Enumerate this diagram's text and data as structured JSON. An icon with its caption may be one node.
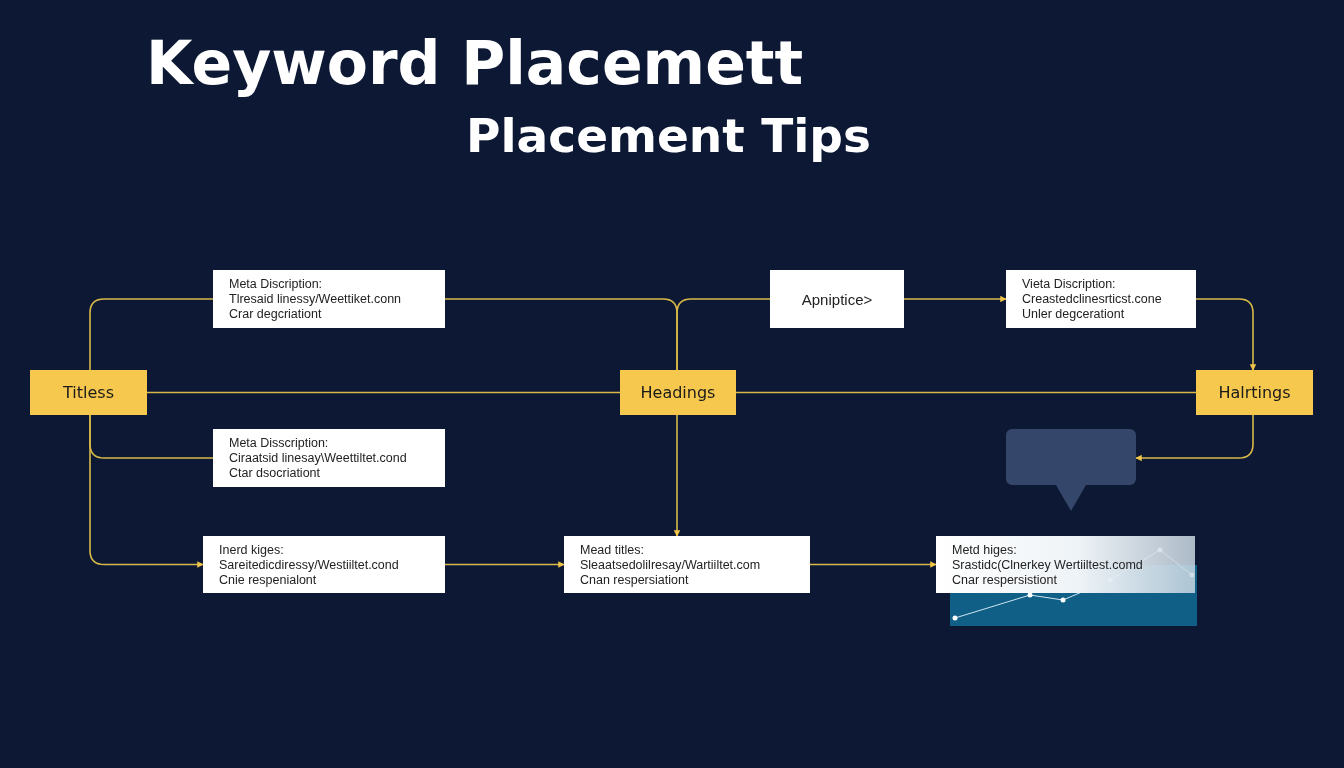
{
  "diagram": {
    "title": "Keyword Placemett",
    "nodes": [
      {
        "text": [
          "Titless"
        ]
      },
      {
        "text": [
          "Meta Discription:",
          "Tlresaid linessy/Weettiket.conn",
          "Crar degcriationt"
        ]
      },
      {
        "text": [
          "Meta Disscription:",
          "Ciraatsid linesay\\Weettiltet.cond",
          "Ctar dsocriationt"
        ]
      },
      {
        "text": [
          "Headings"
        ]
      },
      {
        "text": [
          "Apniptice>"
        ]
      },
      {
        "text": [
          "Vieta Discription:",
          "Creastedclinesrticst.cone",
          "Unler degcerationt"
        ]
      },
      {
        "text": [
          "Halrtings"
        ]
      },
      {
        "text": [],
        "shape": "box"
      },
      {
        "text": [
          "Inerd kiges:",
          "Sareitedicdiressy/Westiiltet.cond",
          "Cnie respenialont"
        ]
      },
      {
        "text": [
          "Mead titles:",
          "Sleaatsedolilresay/Wartiiltet.com",
          "Cnan respersiationt"
        ]
      },
      {
        "text": [
          "Metd higes:",
          "Srastidc(Clnerkey Wertiiltest.comd",
          "Cnar respersistiont"
        ]
      }
    ],
    "edges": [
      {
        "from": 0,
        "to": 1,
        "arrow": "none"
      },
      {
        "from": 0,
        "to": 2,
        "arrow": "none"
      },
      {
        "from": 0,
        "to": 3,
        "arrow": "none"
      },
      {
        "from": 0,
        "to": 8,
        "arrow": "to"
      },
      {
        "from": 1,
        "to": 3,
        "arrow": "none"
      },
      {
        "from": 3,
        "to": 4,
        "arrow": "none"
      },
      {
        "from": 4,
        "to": 5,
        "arrow": "to"
      },
      {
        "from": 5,
        "to": 6,
        "arrow": "to"
      },
      {
        "from": 3,
        "to": 6,
        "arrow": "none"
      },
      {
        "from": 6,
        "to": 7,
        "arrow": "to"
      },
      {
        "from": 3,
        "to": 9,
        "arrow": "to"
      },
      {
        "from": 8,
        "to": 9,
        "arrow": "to"
      },
      {
        "from": 9,
        "to": 10,
        "arrow": "to"
      }
    ],
    "labels": [
      "Placement Tips"
    ]
  }
}
